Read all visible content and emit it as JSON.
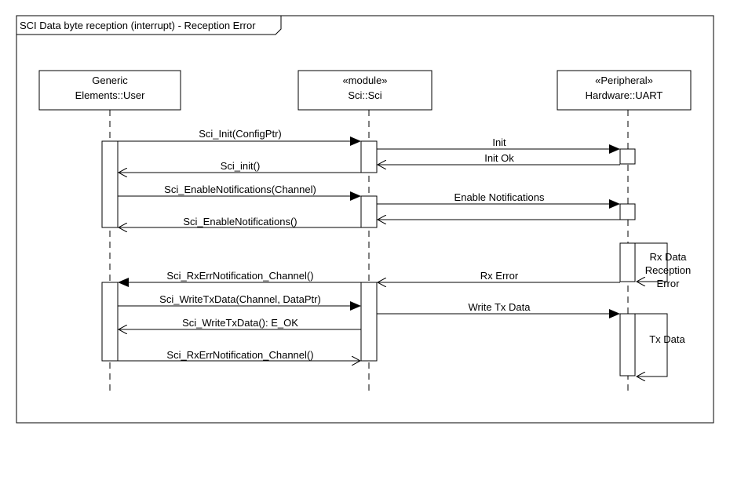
{
  "frame": {
    "title": "SCI Data byte reception (interrupt) - Reception Error"
  },
  "lifelines": [
    {
      "line1": "Generic",
      "line2": "Elements::User"
    },
    {
      "line1": "«module»",
      "line2": "Sci::Sci"
    },
    {
      "line1": "«Peripheral»",
      "line2": "Hardware::UART"
    }
  ],
  "messages": {
    "sci_init_call": "Sci_Init(ConfigPtr)",
    "init": "Init",
    "init_ok": "Init Ok",
    "sci_init_return": "Sci_init()",
    "enable_call": "Sci_EnableNotifications(Channel)",
    "enable_notifications": "Enable Notifications",
    "enable_return": "Sci_EnableNotifications()",
    "rx_err_notification_call": "Sci_RxErrNotification_Channel()",
    "rx_error": "Rx Error",
    "write_tx_call": "Sci_WriteTxData(Channel, DataPtr)",
    "write_tx_data": "Write Tx Data",
    "write_tx_return": "Sci_WriteTxData(): E_OK",
    "rx_err_notification_return": "Sci_RxErrNotification_Channel()"
  },
  "notes": {
    "rx_line1": "Rx Data",
    "rx_line2": "Reception",
    "rx_line3": "Error",
    "tx": "Tx Data"
  }
}
